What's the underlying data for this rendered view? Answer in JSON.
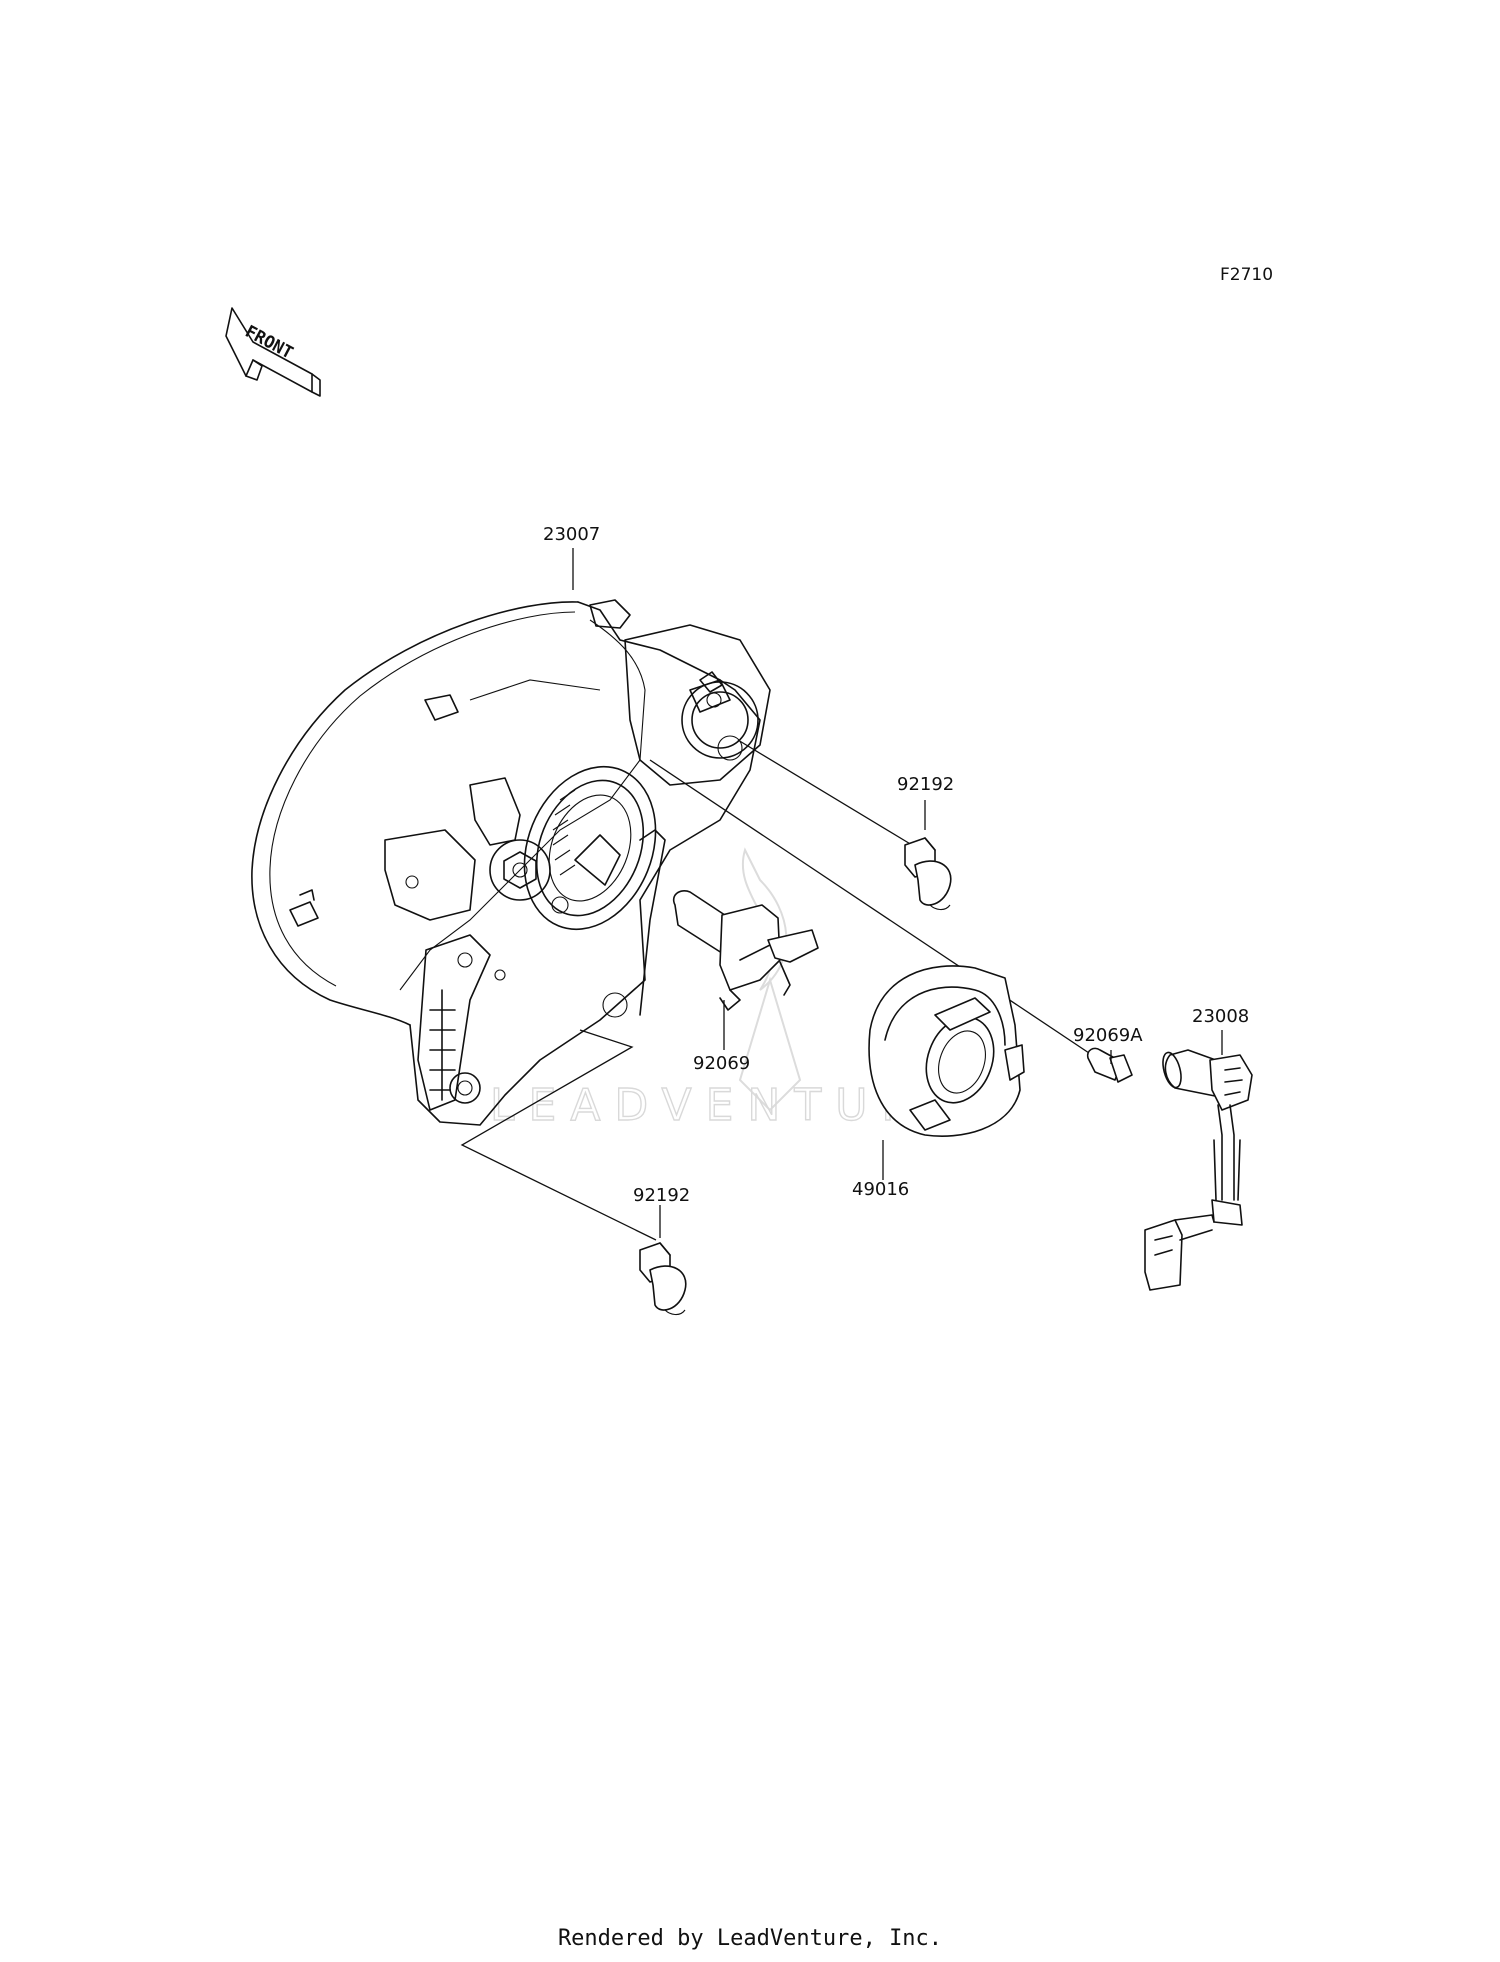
{
  "figure_ref": "F2710",
  "front_label": "FRONT",
  "watermark": "LEADVENTURE",
  "credit": "Rendered by LeadVenture, Inc.",
  "parts": {
    "headlight_assy": "23007",
    "bulb_h4": "92069",
    "bulb_position": "92069A",
    "socket_assy": "23008",
    "boot_cover": "49016",
    "cap_upper": "92192",
    "cap_lower": "92192"
  }
}
